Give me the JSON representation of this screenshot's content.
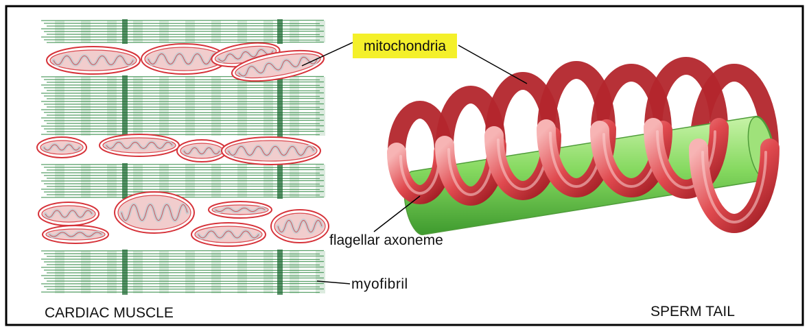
{
  "labels": {
    "mitochondria": "mitochondria",
    "flagellar_axoneme": "flagellar axoneme",
    "myofibril": "myofibril",
    "cardiac_muscle": "CARDIAC MUSCLE",
    "sperm_tail": "SPERM TAIL"
  },
  "colors": {
    "myofibril_green": "#3e9150",
    "mito_outline": "#d6333a",
    "mito_fill": "#f0c8c8",
    "cristae_gray": "#c9ccd0",
    "mito_red": "#e0484d",
    "axoneme_green": "#7fd860",
    "label_highlight": "#f4f02a",
    "frame": "#000000"
  }
}
